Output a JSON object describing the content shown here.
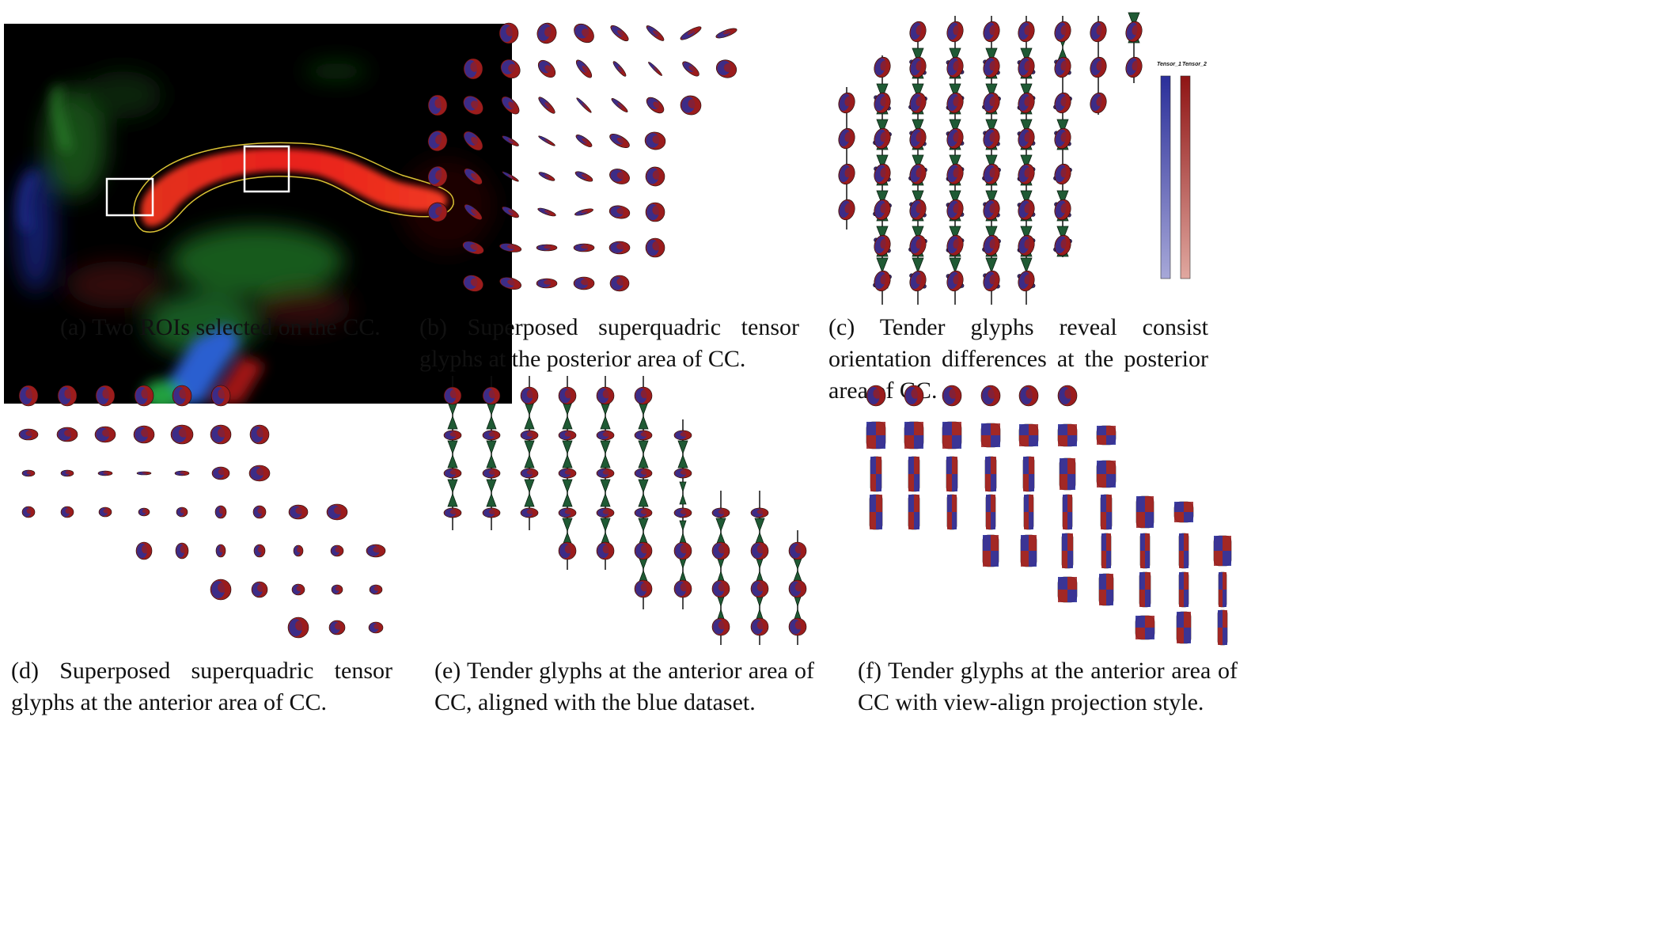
{
  "figure": {
    "panels": [
      {
        "id": "a",
        "caption": "(a) Two ROIs selected on the CC."
      },
      {
        "id": "b",
        "caption": "(b) Superposed superquadric tensor glyphs at the posterior area of CC."
      },
      {
        "id": "c",
        "caption": "(c) Tender glyphs reveal consist orientation differences at the posterior area of CC."
      },
      {
        "id": "d",
        "caption": "(d) Superposed superquadric tensor glyphs at the anterior area of CC."
      },
      {
        "id": "e",
        "caption": "(e) Tender glyphs at the anterior area of CC, aligned with the blue dataset."
      },
      {
        "id": "f",
        "caption": "(f) Tender glyphs at the anterior area of CC with view-align projection style."
      }
    ],
    "legend": {
      "tensor1": "Tensor_1",
      "tensor2": "Tensor_2"
    },
    "colors": {
      "tensor1_blue": "#2b2f9a",
      "tensor2_red": "#9b1c1c",
      "tender_green": "#1f5a34",
      "roi_box": "#ffffff",
      "cc_outline": "#d9c234"
    }
  }
}
